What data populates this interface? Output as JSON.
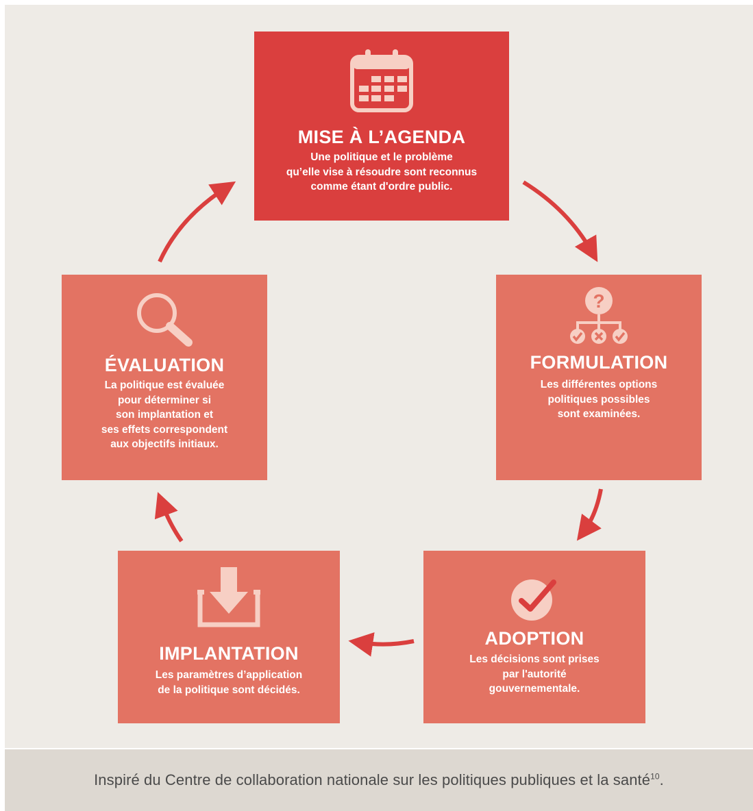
{
  "stages": {
    "agenda": {
      "title": "MISE À L’AGENDA",
      "desc": [
        "Une politique et le problème",
        "qu’elle vise à résoudre sont reconnus",
        "comme étant d'ordre public."
      ]
    },
    "formulation": {
      "title": "FORMULATION",
      "desc": [
        "Les différentes options",
        "politiques possibles",
        "sont examinées."
      ]
    },
    "adoption": {
      "title": "ADOPTION",
      "desc": [
        "Les décisions sont prises",
        "par l'autorité",
        "gouvernementale."
      ]
    },
    "implantation": {
      "title": "IMPLANTATION",
      "desc": [
        "Les paramètres d’application",
        "de la politique sont décidés."
      ]
    },
    "evaluation": {
      "title": "ÉVALUATION",
      "desc": [
        "La politique est évaluée",
        "pour déterminer si",
        "son implantation et",
        "ses effets correspondent",
        "aux objectifs initiaux."
      ]
    }
  },
  "footer": {
    "text": "Inspiré du Centre de collaboration nationale sur les politiques publiques et la santé",
    "footnote": "10"
  },
  "colors": {
    "primary_box": "#da3f3e",
    "secondary_box": "#e37363",
    "arrow": "#da3f3e",
    "icon_fill": "#f7cfc4",
    "panel_bg": "#eeebe6",
    "footer_bg": "#ddd8d1"
  },
  "icons": {
    "agenda": "calendar-icon",
    "formulation": "decision-tree-icon",
    "adoption": "checkmark-icon",
    "implantation": "download-tray-icon",
    "evaluation": "magnifier-icon"
  }
}
